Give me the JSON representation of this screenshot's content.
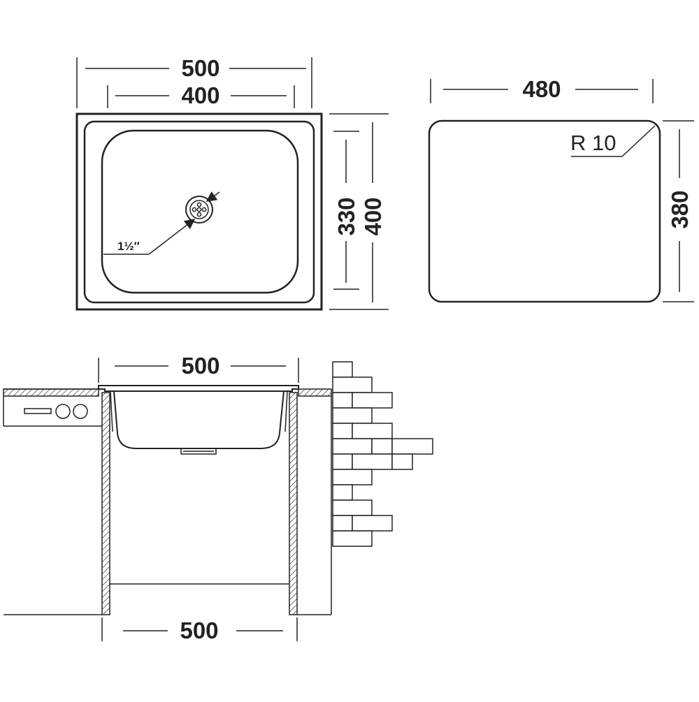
{
  "top_view": {
    "outer_width": "500",
    "inner_width": "400",
    "inner_depth": "330",
    "outer_depth": "400",
    "drain_size": "1½″"
  },
  "cutout_view": {
    "width": "480",
    "depth": "380",
    "corner_radius": "R 10"
  },
  "side_view": {
    "sink_width": "500",
    "cabinet_width": "500"
  }
}
